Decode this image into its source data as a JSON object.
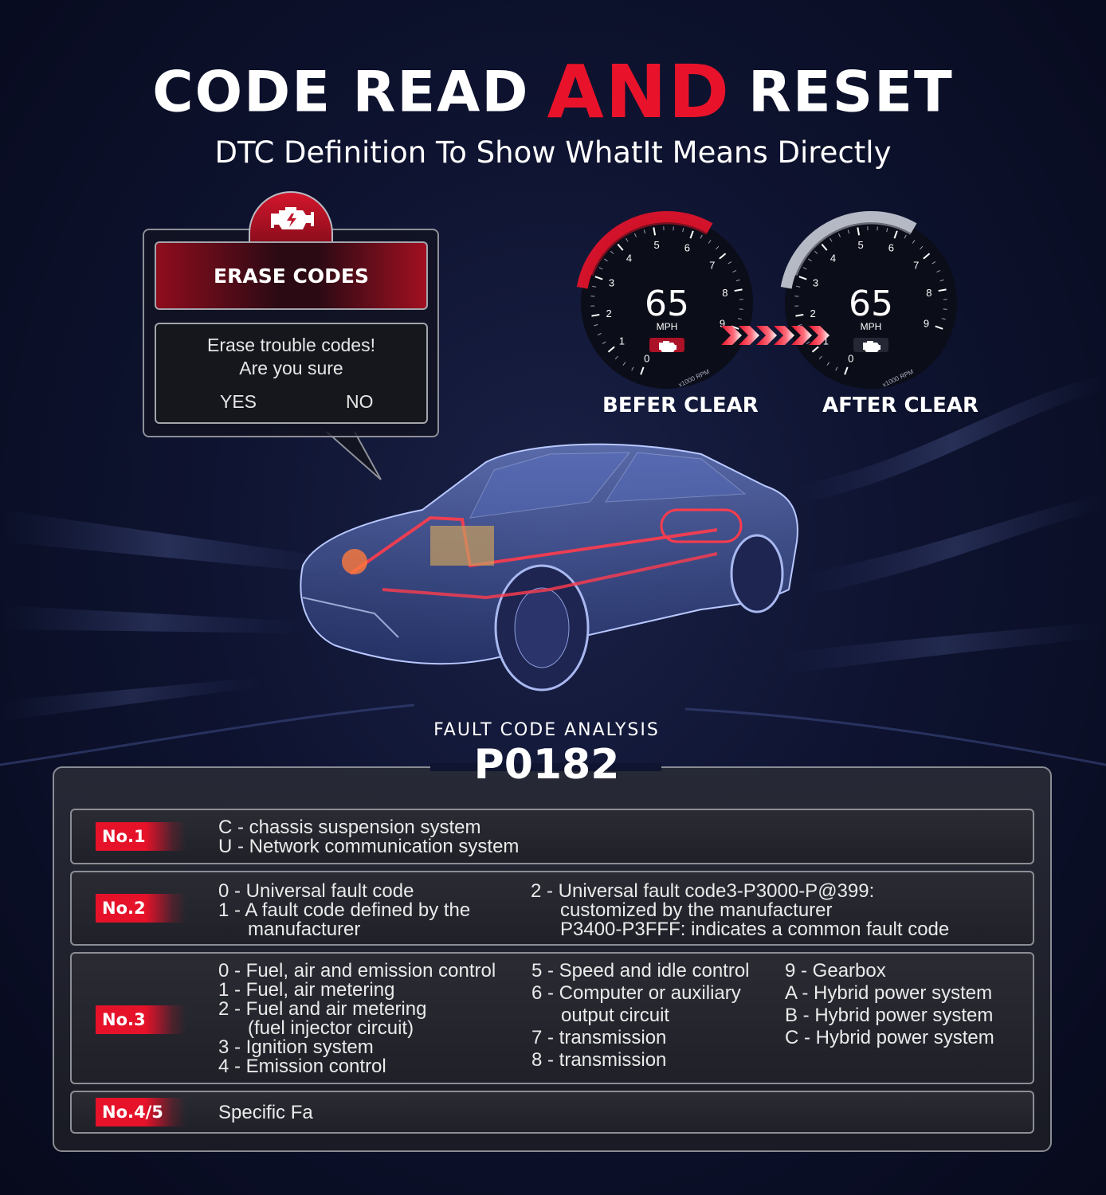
{
  "header": {
    "title_part1": "CODE READ",
    "title_accent": "AND",
    "title_part2": "RESET",
    "subtitle": "DTC Definition To Show WhatIt Means Directly"
  },
  "erase_dialog": {
    "title": "ERASE CODES",
    "message_line1": "Erase trouble codes!",
    "message_line2": "Are you sure",
    "yes_label": "YES",
    "no_label": "NO",
    "icon": "check-engine-icon"
  },
  "gauges": [
    {
      "label": "BEFER CLEAR",
      "speed": "65",
      "unit": "MPH",
      "ticks": [
        "0",
        "1",
        "2",
        "3",
        "4",
        "5",
        "6",
        "7",
        "8",
        "9"
      ],
      "rpm_label": "x1000 RPM",
      "accent_color": "#e8132a",
      "warning_icon": "check-engine-icon"
    },
    {
      "label": "AFTER CLEAR",
      "speed": "65",
      "unit": "MPH",
      "ticks": [
        "0",
        "1",
        "2",
        "3",
        "4",
        "5",
        "6",
        "7",
        "8",
        "9"
      ],
      "rpm_label": "x1000 RPM",
      "accent_color": "#c8ccd6",
      "warning_icon": "check-engine-icon"
    }
  ],
  "fault_analysis": {
    "label": "FAULT CODE ANALYSIS",
    "code": "P0182",
    "rows": [
      {
        "badge": "No.1",
        "col1": [
          "C - chassis suspension system",
          "U - Network communication system"
        ]
      },
      {
        "badge": "No.2",
        "col1": [
          "0 - Universal fault code",
          "1 - A fault code defined by the",
          "manufacturer"
        ],
        "col2": [
          "2 - Universal fault code3-P3000-P@399:",
          "customized by the manufacturer",
          "P3400-P3FFF: indicates a common fault code"
        ]
      },
      {
        "badge": "No.3",
        "col1": [
          "0 - Fuel, air and emission control",
          "1 - Fuel, air metering",
          "2 - Fuel and air metering",
          "(fuel injector circuit)",
          "3 - Ignition system",
          "4 - Emission control"
        ],
        "col2": [
          "5 - Speed and idle control",
          "6 - Computer or auxiliary",
          "output circuit",
          "7 - transmission",
          "8 - transmission"
        ],
        "col3": [
          "9 - Gearbox",
          "A - Hybrid power system",
          "B - Hybrid power system",
          "C - Hybrid power system"
        ]
      },
      {
        "badge": "No.4/5",
        "col1": [
          "Specific Fa"
        ]
      }
    ]
  },
  "colors": {
    "accent": "#e8132a",
    "background": "#0e1330",
    "panel": "#26272f"
  }
}
